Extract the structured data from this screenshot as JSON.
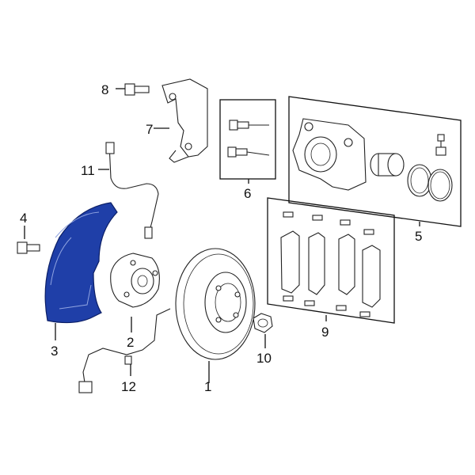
{
  "colors": {
    "highlight": "#1f3fa8",
    "line": "#222222",
    "background": "#ffffff"
  },
  "callouts": [
    {
      "id": "1",
      "text": "1"
    },
    {
      "id": "2",
      "text": "2"
    },
    {
      "id": "3",
      "text": "3"
    },
    {
      "id": "4",
      "text": "4"
    },
    {
      "id": "5",
      "text": "5"
    },
    {
      "id": "6",
      "text": "6"
    },
    {
      "id": "7",
      "text": "7"
    },
    {
      "id": "8",
      "text": "8"
    },
    {
      "id": "9",
      "text": "9"
    },
    {
      "id": "10",
      "text": "10"
    },
    {
      "id": "11",
      "text": "11"
    },
    {
      "id": "12",
      "text": "12"
    }
  ],
  "highlighted_part": "3"
}
